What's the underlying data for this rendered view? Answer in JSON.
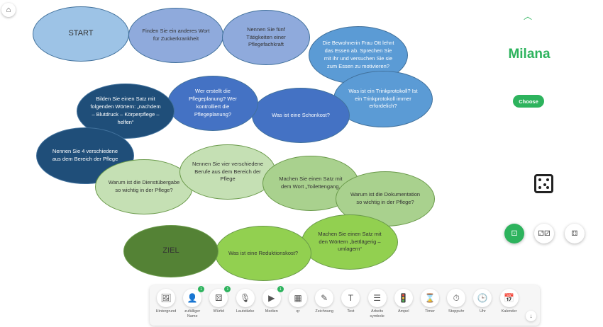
{
  "board": {
    "fields": [
      {
        "text": "START",
        "color": "#9dc3e6"
      },
      {
        "text": "Finden Sie ein anderes Wort für Zuckerkrankheit",
        "color": "#8faadc"
      },
      {
        "text": "Nennen Sie fünf Tätigkeiten einer Pflegefachkraft",
        "color": "#8faadc"
      },
      {
        "text": "Die Bewohnerin Frau Ott lehnt das Essen ab. Sprechen Sie mit ihr und versuchen Sie sie zum Essen zu motivieren?",
        "color": "#5b9bd5"
      },
      {
        "text": "Was ist ein Trinkprotokoll? Ist ein Trinkprotokoll immer erfordelich?",
        "color": "#5b9bd5"
      },
      {
        "text": "Was ist eine Schonkost?",
        "color": "#4472c4"
      },
      {
        "text": "Wer erstellt die Pflegeplanung? Wer kontrolliert die Pflegeplanung?",
        "color": "#4472c4"
      },
      {
        "text": "Bilden Sie einen Satz mit folgenden Wörtern: „nachdem – Blutdruck – Körperpflege – helfen“",
        "color": "#1f4e79"
      },
      {
        "text": "Nennen Sie 4 verschiedene aus dem Bereich der Pflege",
        "color": "#1f4e79"
      },
      {
        "text": "Warum ist die Dienstübergabe so wichtig in der Pflege?",
        "color": "#c5e0b4"
      },
      {
        "text": "Nennen Sie vier verschiedene Berufe aus dem Bereich der Pflege",
        "color": "#c5e0b4"
      },
      {
        "text": "Machen Sie einen Satz mit dem Wort „Toilettengang„",
        "color": "#a9d18e"
      },
      {
        "text": "Warum ist die Dokumentation so wichtig in der Pflege?",
        "color": "#a9d18e"
      },
      {
        "text": "Machen Sie einen Satz mit den Wörtern „bettlägerig – umlagern“",
        "color": "#92d050"
      },
      {
        "text": "Was ist eine Reduktionskost?",
        "color": "#92d050"
      },
      {
        "text": "ZIEL",
        "color": "#548235"
      }
    ]
  },
  "panel": {
    "name": "Milana",
    "choose_label": "Choose",
    "accent": "#2db35d"
  },
  "toolbar": {
    "tools": [
      {
        "label": "Hintergrund",
        "icon": "🖼"
      },
      {
        "label": "zufälliger Name",
        "icon": "👤",
        "badge": "1"
      },
      {
        "label": "Würfel",
        "icon": "⚄",
        "badge": "1"
      },
      {
        "label": "Lautstärke",
        "icon": "🎙"
      },
      {
        "label": "Medien",
        "icon": "▶",
        "badge": "1"
      },
      {
        "label": "qr",
        "icon": "▦"
      },
      {
        "label": "Zeichnung",
        "icon": "✎"
      },
      {
        "label": "Text",
        "icon": "T"
      },
      {
        "label": "Arbeits symbole",
        "icon": "☰"
      },
      {
        "label": "Ampel",
        "icon": "🚦"
      },
      {
        "label": "Timer",
        "icon": "⌛"
      },
      {
        "label": "Stoppuhr",
        "icon": "⏱"
      },
      {
        "label": "Uhr",
        "icon": "🕒"
      },
      {
        "label": "Kalender",
        "icon": "📅"
      }
    ]
  }
}
